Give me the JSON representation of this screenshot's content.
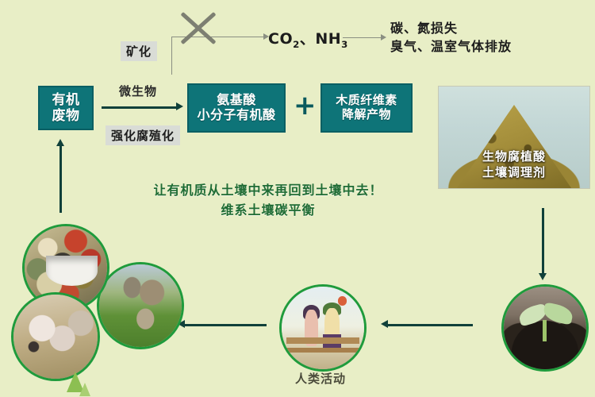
{
  "colors": {
    "background": "#e8eec6",
    "box_teal": "#0e7478",
    "box_border": "#0a5f63",
    "arrow_dark": "#10403a",
    "circle_ring": "#1f9b3c",
    "slogan_green": "#1f6c34",
    "tag_grey": "#d9dcd6",
    "cross_grey": "#7d7f72"
  },
  "top_pathway": {
    "mineralization_tag": "矿化",
    "cross_icon": "x-cross-icon",
    "gas_products": "CO₂、NH₃",
    "gas_formula_parts": [
      {
        "text": "CO",
        "sub": "2"
      },
      {
        "text": "、NH",
        "sub": "3"
      }
    ],
    "loss_lines": [
      "碳、氮损失",
      "臭气、温室气体排放"
    ]
  },
  "main_pathway": {
    "source_box": {
      "lines": [
        "有机",
        "废物"
      ]
    },
    "microbe_label": "微生物",
    "humification_tag": "强化腐殖化",
    "plus_symbol": "+",
    "product_box_a": {
      "lines": [
        "氨基酸",
        "小分子有机酸"
      ]
    },
    "product_box_b": {
      "lines": [
        "木质纤维素",
        "降解产物"
      ]
    }
  },
  "product_photo": {
    "caption_lines": [
      "生物腐植酸",
      "土壤调理剂"
    ],
    "alt": "humic-acid-powder-pile"
  },
  "slogan": {
    "line1": "让有机质从土壤中来再回到土壤中去！",
    "line2": "维系土壤碳平衡"
  },
  "cycle": {
    "circles": [
      {
        "name": "food-waste",
        "caption": ""
      },
      {
        "name": "cattle",
        "caption": ""
      },
      {
        "name": "pigs",
        "caption": ""
      },
      {
        "name": "human-activity",
        "caption": "人类活动"
      },
      {
        "name": "seedling-soil",
        "caption": ""
      }
    ],
    "human_caption": "人类活动"
  },
  "decor": {
    "tree_icon": "pine-tree-icon"
  }
}
